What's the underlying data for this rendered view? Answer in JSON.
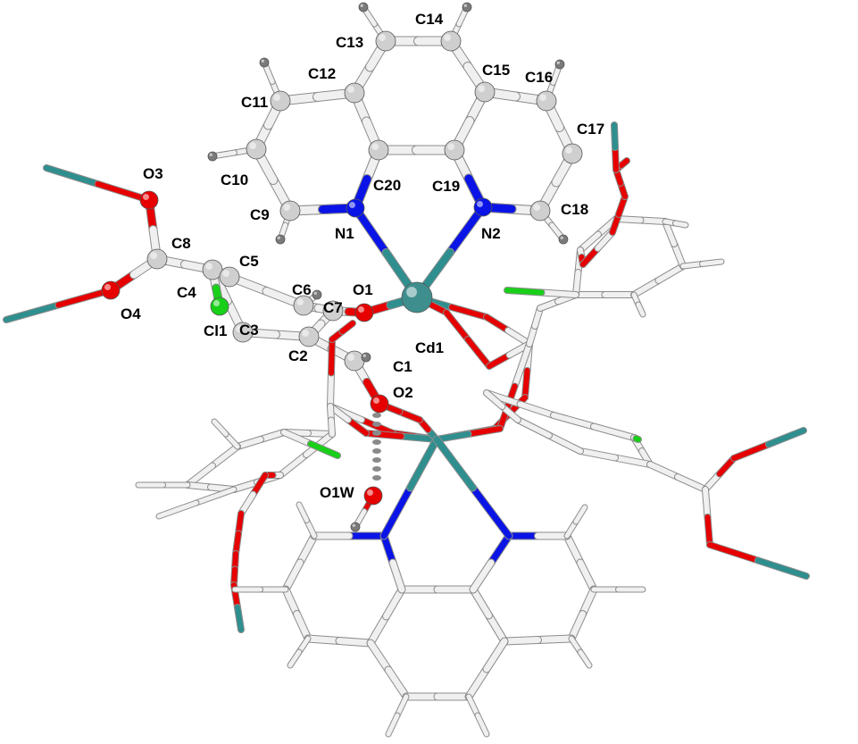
{
  "colors": {
    "carbon_light": "#f0f0f0",
    "carbon_dark": "#8c8c8c",
    "carbon_atom": "#cfcfcf",
    "hydrogen": "#7a7a7a",
    "nitrogen": "#0a14e6",
    "oxygen": "#e60000",
    "chlorine": "#19d019",
    "cadmium_bond": "#2f8f8f",
    "cadmium_atom": "#3f8e8e",
    "hbond": "#8a8a8a"
  },
  "labels": {
    "C1": "C1",
    "C2": "C2",
    "C3": "C3",
    "C4": "C4",
    "C5": "C5",
    "C6": "C6",
    "C7": "C7",
    "C8": "C8",
    "C9": "C9",
    "C10": "C10",
    "C11": "C11",
    "C12": "C12",
    "C13": "C13",
    "C14": "C14",
    "C15": "C15",
    "C16": "C16",
    "C17": "C17",
    "C18": "C18",
    "C19": "C19",
    "C20": "C20",
    "N1": "N1",
    "N2": "N2",
    "O1": "O1",
    "O2": "O2",
    "O3": "O3",
    "O4": "O4",
    "O1W": "O1W",
    "Cl1": "Cl1",
    "Cd1": "Cd1"
  }
}
